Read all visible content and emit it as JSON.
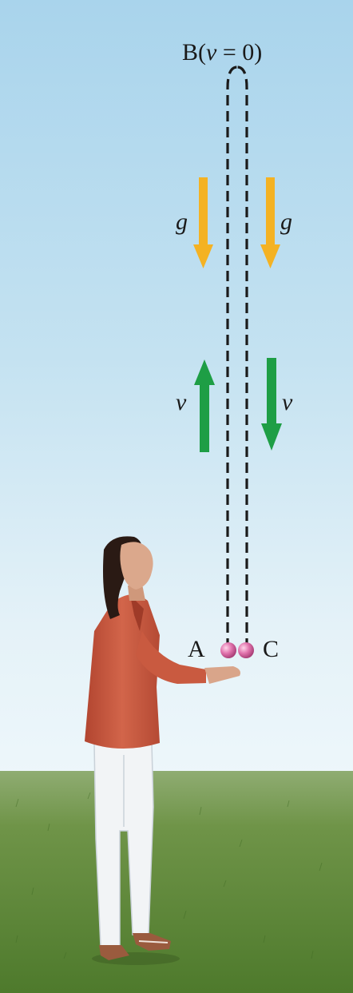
{
  "labels": {
    "top_point": "B(",
    "top_point_var": "v",
    "top_point_rest": " = 0)",
    "start_point": "A",
    "end_point": "C",
    "gravity_left": "g",
    "gravity_right": "g",
    "velocity_left": "v",
    "velocity_right": "v"
  },
  "colors": {
    "gravity_arrow": "#f4b223",
    "velocity_arrow": "#1e9e45",
    "path": "#1b1b1b",
    "ball": "#d6579a",
    "jacket": "#c5543a",
    "pants": "#f2f4f6",
    "grass": "#5f8a3a"
  },
  "icons": {
    "gravity": "arrow-down",
    "velocity_up": "arrow-up",
    "velocity_down": "arrow-down",
    "ball": "sphere",
    "person": "person-catching"
  }
}
